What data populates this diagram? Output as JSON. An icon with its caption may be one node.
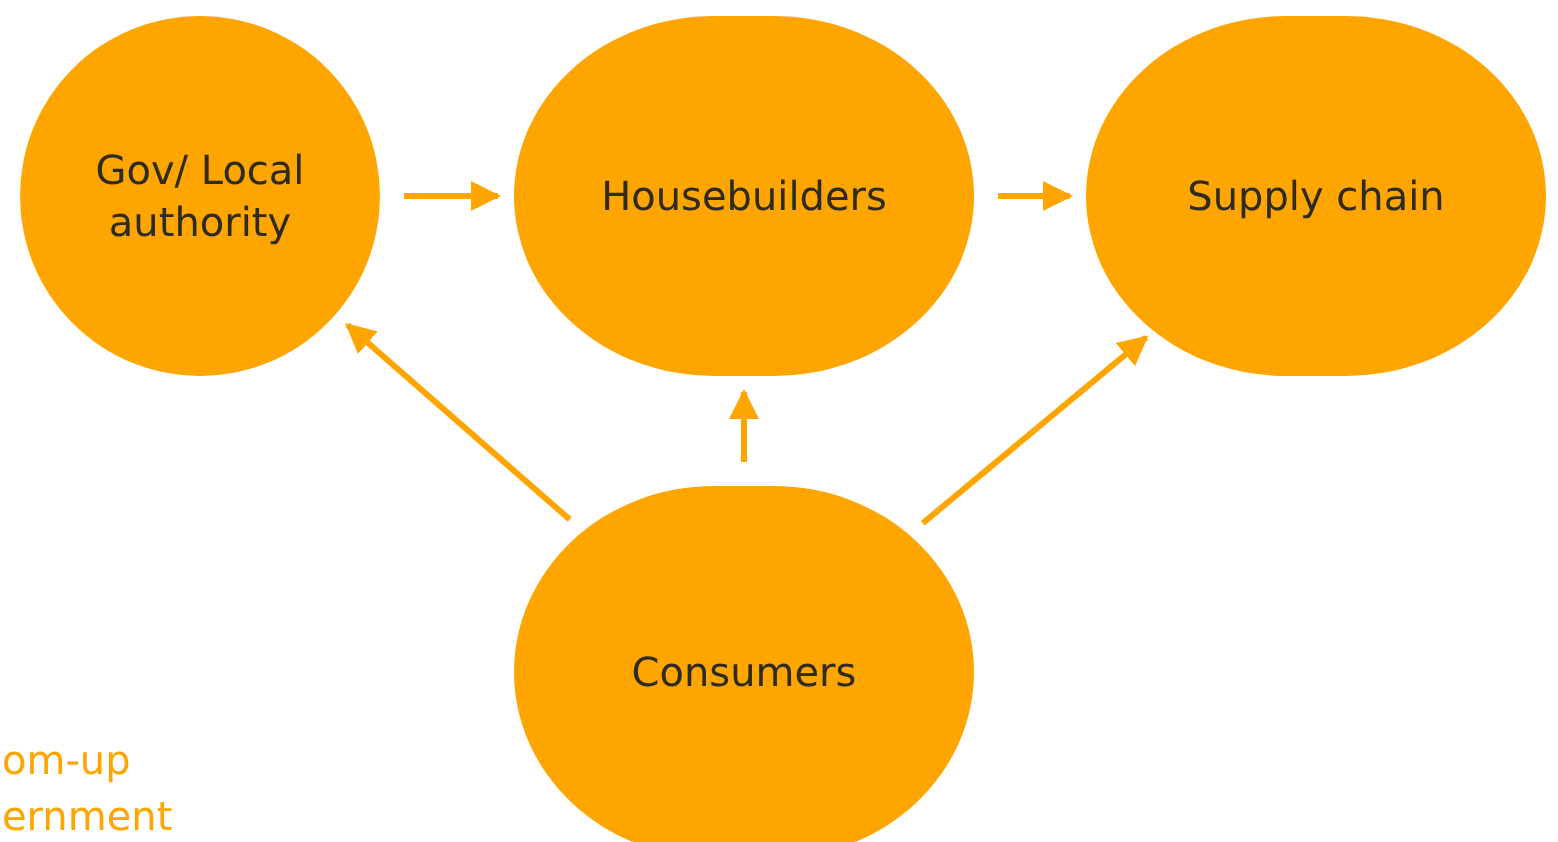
{
  "diagram": {
    "nodes": [
      {
        "text": [
          "Gov/ Local authority"
        ]
      },
      {
        "text": [
          "Housebuilders"
        ]
      },
      {
        "text": [
          "Supply chain"
        ]
      },
      {
        "text": [
          "Consumers"
        ]
      }
    ],
    "edges": [
      {
        "from": 0,
        "to": 1,
        "arrow": "to"
      },
      {
        "from": 1,
        "to": 2,
        "arrow": "to"
      },
      {
        "from": 3,
        "to": 0,
        "arrow": "to"
      },
      {
        "from": 3,
        "to": 1,
        "arrow": "to"
      },
      {
        "from": 3,
        "to": 2,
        "arrow": "to"
      }
    ],
    "labels": [
      "om-up",
      "ernment"
    ]
  }
}
